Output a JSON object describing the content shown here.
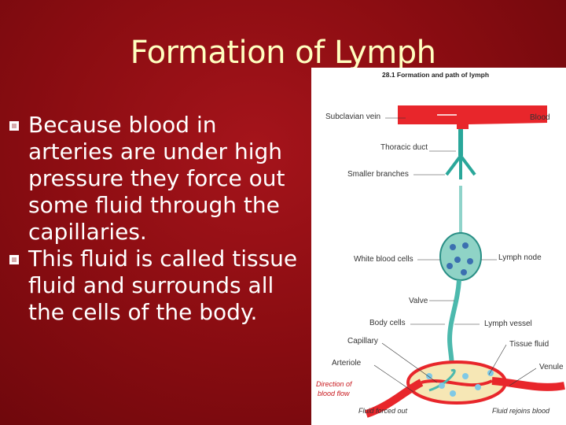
{
  "slide": {
    "title": "Formation of Lymph",
    "bullets": [
      "Because blood in arteries are under high pressure they force out some fluid through the capillaries.",
      "This fluid is called tissue fluid and surrounds all the cells of the body."
    ],
    "colors": {
      "background": "#8c0d12",
      "title": "#ffffc0",
      "text": "#ffffff"
    }
  },
  "figure": {
    "caption": "28.1 Formation and path of lymph",
    "labels": {
      "subclavian_vein": "Subclavian vein",
      "blood": "Blood",
      "thoracic_duct": "Thoracic duct",
      "smaller_branches": "Smaller branches",
      "white_blood_cells": "White blood cells",
      "lymph_node": "Lymph node",
      "valve": "Valve",
      "body_cells": "Body cells",
      "lymph_vessel": "Lymph vessel",
      "capillary": "Capillary",
      "tissue_fluid": "Tissue fluid",
      "arteriole": "Arteriole",
      "venule": "Venule",
      "direction_line1": "Direction of",
      "direction_line2": "blood flow",
      "fluid_forced_out": "Fluid forced out",
      "fluid_rejoins_blood": "Fluid rejoins blood"
    }
  }
}
